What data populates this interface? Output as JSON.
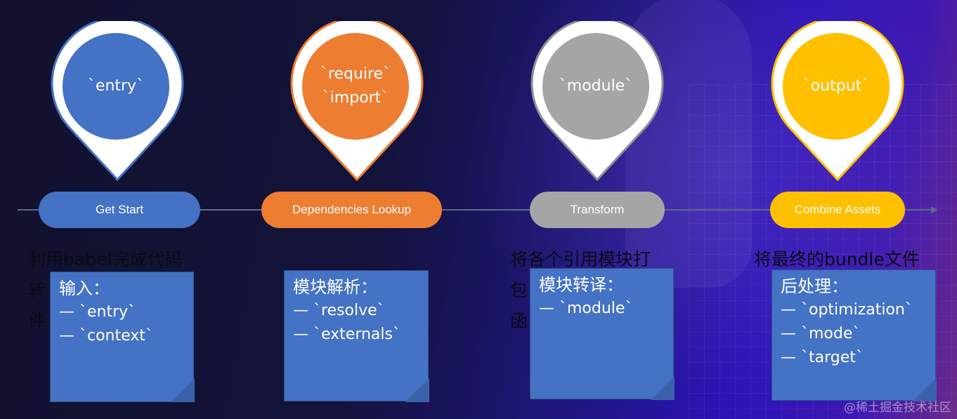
{
  "colors": {
    "background_dark": "#12112e",
    "background_purple": "#2c13b8",
    "timeline": "#5d6a8a",
    "stage_blue": "#4472c4",
    "stage_orange": "#ed7d31",
    "stage_gray": "#a5a5a5",
    "stage_yellow": "#ffc000",
    "note_fill": "#4472c4"
  },
  "stages": [
    {
      "pin_lines": [
        "`entry`"
      ],
      "pill_label": "Get Start",
      "behind_text_lines": [
        "利用babel完成代码",
        "转",
        "件"
      ],
      "note_title": "输入：",
      "note_items": [
        "—  `entry`",
        "—  `context`"
      ]
    },
    {
      "pin_lines": [
        "`require`",
        "`import`"
      ],
      "pill_label": "Dependencies Lookup",
      "behind_text_lines": [],
      "note_title": "模块解析：",
      "note_items": [
        "—  `resolve`",
        "—  `externals`"
      ]
    },
    {
      "pin_lines": [
        "`module`"
      ],
      "pill_label": "Transform",
      "behind_text_lines": [
        "将各个引用模块打",
        "包",
        "函"
      ],
      "note_title": "模块转译：",
      "note_items": [
        "—  `module`"
      ]
    },
    {
      "pin_lines": [
        "`output`"
      ],
      "pill_label": "Combine Assets",
      "behind_text_lines": [
        "将最终的bundle文件"
      ],
      "note_title": "后处理：",
      "note_items": [
        "—  `optimization`",
        "—  `mode`",
        "—  `target`"
      ]
    }
  ],
  "watermark": "@稀土掘金技术社区"
}
